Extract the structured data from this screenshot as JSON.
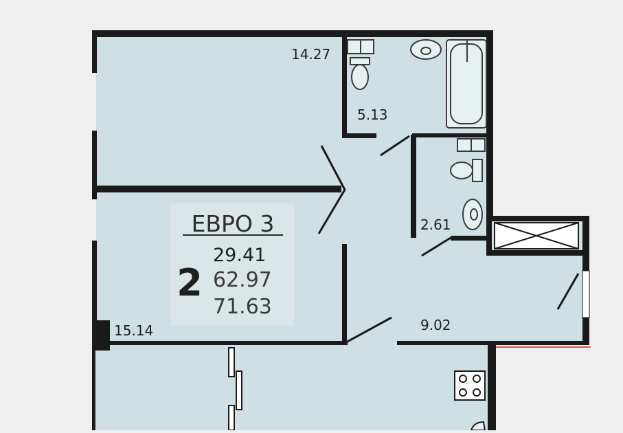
{
  "colors": {
    "background": "#efefef",
    "floor": "#cfe0e4",
    "wall": "#1a1a1a",
    "label_panel": "#dbe6e8",
    "fixture_fill": "#e8f1f2",
    "fixture_stroke": "#3a3a3a"
  },
  "badge": {
    "type": "ЕВРО 3",
    "rooms_count": "2",
    "area_living": "29.41",
    "area_useful": "62.97",
    "area_total": "71.63"
  },
  "rooms": {
    "bedroom_top_area": "14.27",
    "bathroom_area": "5.13",
    "toilet_area": "2.61",
    "hall_area": "9.02",
    "bedroom_left_area": "15.14"
  },
  "icons": [
    "toilet-icon",
    "washbasin-icon",
    "bathtub-icon",
    "stove-icon",
    "ventilation-shaft-icon"
  ]
}
